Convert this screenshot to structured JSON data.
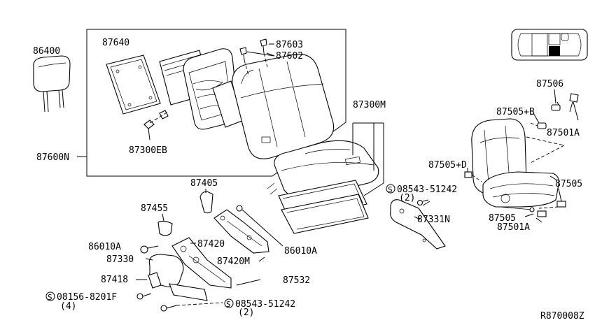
{
  "labels": {
    "headrest": "86400",
    "back_board": "87640",
    "clip_a": "87603",
    "clip_b": "87602",
    "seat_back_assy": "87600N",
    "back_fastener": "87300EB",
    "cushion_assy": "87300M",
    "hinge_cover": "87405",
    "knob": "87455",
    "bolt_left": "86010A",
    "recliner": "87420",
    "recliner_m": "87420M",
    "bolt_right": "86010A",
    "side_cover": "87330",
    "trim": "87418",
    "screw_f": "08156-8201F",
    "screw_f_qty": "(4)",
    "spring": "87532",
    "screw_bottom": "08543-51242",
    "screw_bottom_qty": "(2)",
    "screw_mid": "08543-51242",
    "screw_mid_qty": "(2)",
    "side_finisher": "87331N",
    "sensor": "87506",
    "harness_b": "87505+B",
    "harness_a_top": "87501A",
    "harness_d": "87505+D",
    "harness": "87505",
    "harness_2": "87505",
    "harness_a_bottom": "87501A",
    "ref_code": "R870008Z",
    "screw_symbol": "S"
  }
}
